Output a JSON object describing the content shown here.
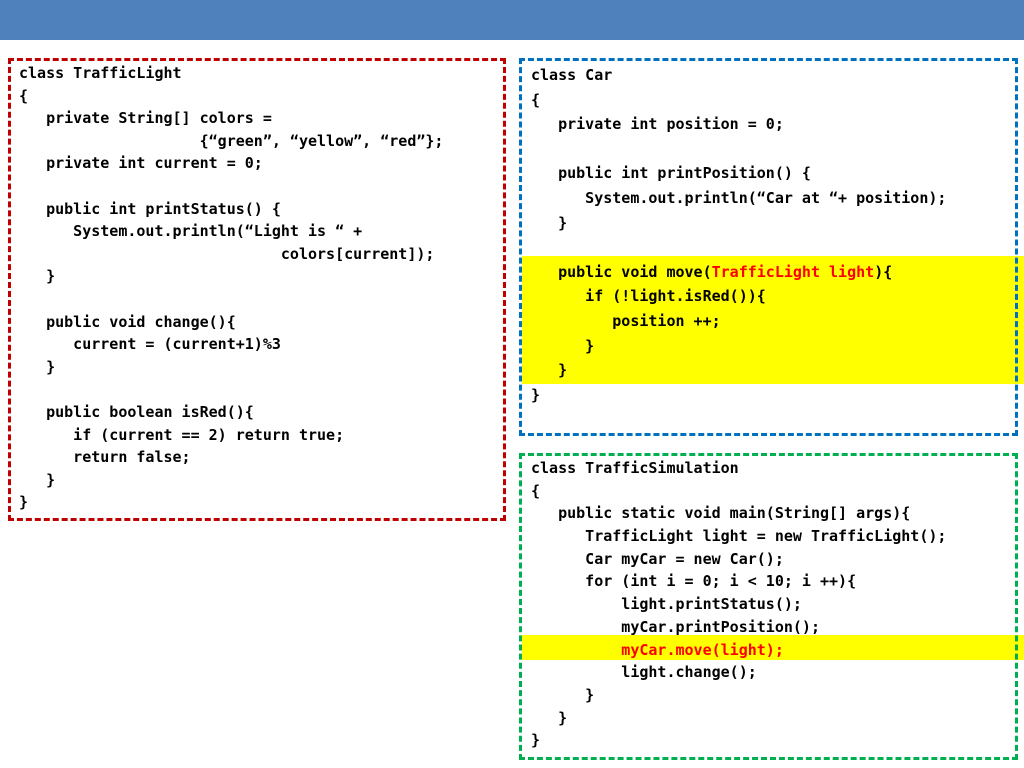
{
  "theme": {
    "title_bar_color": "#4f81bd",
    "traffic_light_border": "#c00000",
    "car_border": "#0070c0",
    "simulation_border": "#00b050",
    "highlight_color": "#ffff00",
    "accent_text_color": "#ff0000"
  },
  "traffic_light_class": {
    "lines": [
      "class TrafficLight",
      "{",
      "   private String[] colors =",
      "                    {“green”, “yellow”, “red”};",
      "   private int current = 0;",
      "",
      "   public int printStatus() {",
      "      System.out.println(“Light is “ +",
      "                             colors[current]);",
      "   }",
      "",
      "   public void change(){",
      "      current = (current+1)%3",
      "   }",
      "",
      "   public boolean isRed(){",
      "      if (current == 2) return true;",
      "      return false;",
      "   }",
      "}"
    ]
  },
  "car_class": {
    "lines_before": [
      "class Car",
      "{",
      "   private int position = 0;",
      "",
      "   public int printPosition() {",
      "      System.out.println(“Car at “+ position);",
      "   }",
      ""
    ],
    "move_prefix": "   public void move(",
    "move_param": "TrafficLight light",
    "move_suffix": "){",
    "lines_after": [
      "      if (!light.isRed()){",
      "         position ++;",
      "      }",
      "   }",
      "}"
    ]
  },
  "simulation_class": {
    "lines_before": [
      "class TrafficSimulation",
      "{",
      "   public static void main(String[] args){",
      "      TrafficLight light = new TrafficLight();",
      "      Car myCar = new Car();",
      "      for (int i = 0; i < 10; i ++){",
      "          light.printStatus();",
      "          myCar.printPosition();"
    ],
    "move_call": "          myCar.move(light);",
    "lines_after": [
      "          light.change();",
      "      }",
      "   }",
      "}"
    ]
  }
}
